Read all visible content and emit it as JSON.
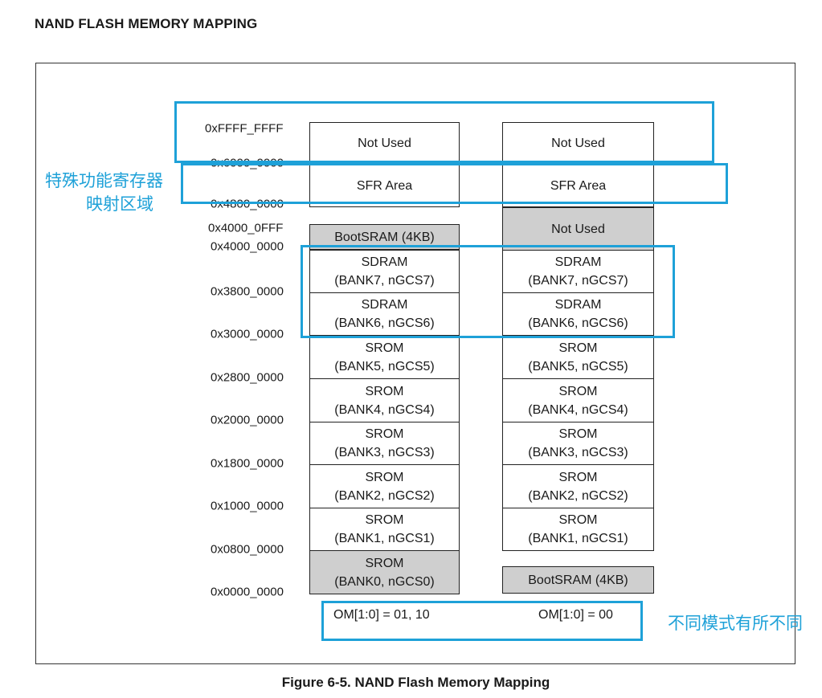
{
  "heading": "NAND FLASH MEMORY MAPPING",
  "addresses": {
    "ffff_ffff": "0xFFFF_FFFF",
    "6000_0000": "0x6000_0000",
    "4800_0000": "0x4800_0000",
    "4000_0fff": "0x4000_0FFF",
    "4000_0000": "0x4000_0000",
    "3800_0000": "0x3800_0000",
    "3000_0000": "0x3000_0000",
    "2800_0000": "0x2800_0000",
    "2000_0000": "0x2000_0000",
    "1800_0000": "0x1800_0000",
    "1000_0000": "0x1000_0000",
    "0800_0000": "0x0800_0000",
    "0000_0000": "0x0000_0000"
  },
  "left_column": {
    "not_used": "Not Used",
    "sfr": "SFR Area",
    "bootsram": "BootSRAM (4KB)",
    "bank7": {
      "line1": "SDRAM",
      "line2": "(BANK7, nGCS7)"
    },
    "bank6": {
      "line1": "SDRAM",
      "line2": "(BANK6, nGCS6)"
    },
    "bank5": {
      "line1": "SROM",
      "line2": "(BANK5, nGCS5)"
    },
    "bank4": {
      "line1": "SROM",
      "line2": "(BANK4, nGCS4)"
    },
    "bank3": {
      "line1": "SROM",
      "line2": "(BANK3, nGCS3)"
    },
    "bank2": {
      "line1": "SROM",
      "line2": "(BANK2, nGCS2)"
    },
    "bank1": {
      "line1": "SROM",
      "line2": "(BANK1, nGCS1)"
    },
    "bank0": {
      "line1": "SROM",
      "line2": "(BANK0, nGCS0)"
    },
    "mode": "OM[1:0] = 01, 10"
  },
  "right_column": {
    "not_used_top": "Not Used",
    "sfr": "SFR Area",
    "not_used_gray": "Not Used",
    "bank7": {
      "line1": "SDRAM",
      "line2": "(BANK7, nGCS7)"
    },
    "bank6": {
      "line1": "SDRAM",
      "line2": "(BANK6, nGCS6)"
    },
    "bank5": {
      "line1": "SROM",
      "line2": "(BANK5, nGCS5)"
    },
    "bank4": {
      "line1": "SROM",
      "line2": "(BANK4, nGCS4)"
    },
    "bank3": {
      "line1": "SROM",
      "line2": "(BANK3, nGCS3)"
    },
    "bank2": {
      "line1": "SROM",
      "line2": "(BANK2, nGCS2)"
    },
    "bank1": {
      "line1": "SROM",
      "line2": "(BANK1, nGCS1)"
    },
    "bootsram": "BootSRAM (4KB)",
    "mode": "OM[1:0] = 00"
  },
  "annotations": {
    "sfr_line1": "特殊功能寄存器",
    "sfr_line2": "映射区域",
    "mode_note": "不同模式有所不同"
  },
  "caption": "Figure 6-5. NAND Flash Memory Mapping",
  "colors": {
    "annotation": "#1ea1d8",
    "gray_block": "#cfcfcf"
  }
}
